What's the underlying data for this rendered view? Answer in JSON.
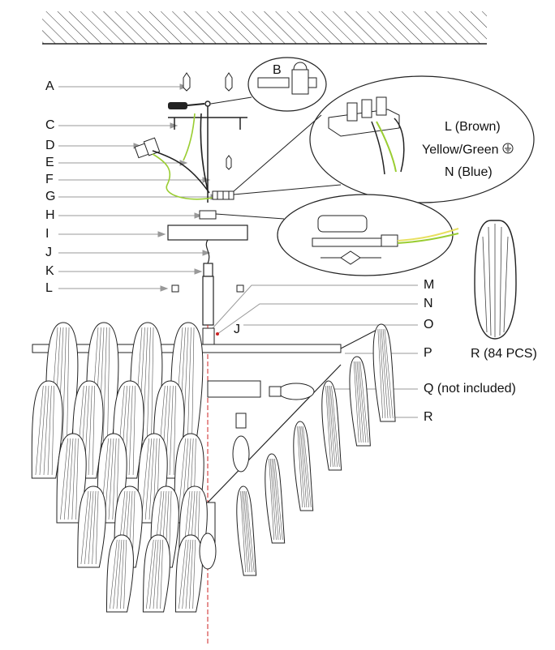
{
  "callouts_left": [
    "A",
    "C",
    "D",
    "E",
    "F",
    "G",
    "H",
    "I",
    "J",
    "K",
    "L"
  ],
  "callouts_right": [
    "M",
    "N",
    "O",
    "P",
    "Q (not included)",
    "R"
  ],
  "detail_b": "B",
  "detail_j": "J",
  "wiring": {
    "live": "L (Brown)",
    "earth": "Yellow/Green",
    "neutral": "N (Blue)"
  },
  "leaf_label": "R (84 PCS)",
  "colors": {
    "line": "#222222",
    "earth_wire": "#9acd32",
    "earth_wire_2": "#e8e060",
    "centre_axis": "#cc2222"
  },
  "icons": [
    "ground-symbol-icon",
    "screwdriver-icon",
    "screw-icon",
    "lamp-bulb-icon",
    "glass-leaf-icon"
  ]
}
